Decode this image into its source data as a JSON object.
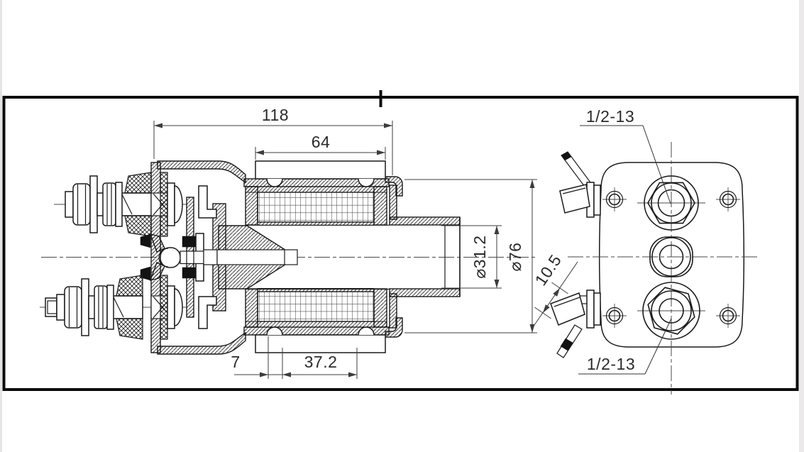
{
  "drawing": {
    "dims": {
      "overall_length": "118",
      "coil_length": "64",
      "bore_diameter": "⌀31.2",
      "flange_diameter": "⌀76",
      "bracket_offset": "7",
      "hole_spacing": "37.2",
      "terminal_width": "10.5"
    },
    "threads": {
      "top": "1/2-13",
      "bottom": "1/2-13"
    },
    "colors": {
      "line": "#1a1a1a",
      "dimension": "#3c3c3c",
      "background": "#ffffff",
      "frame": "#0b0b0b"
    }
  }
}
